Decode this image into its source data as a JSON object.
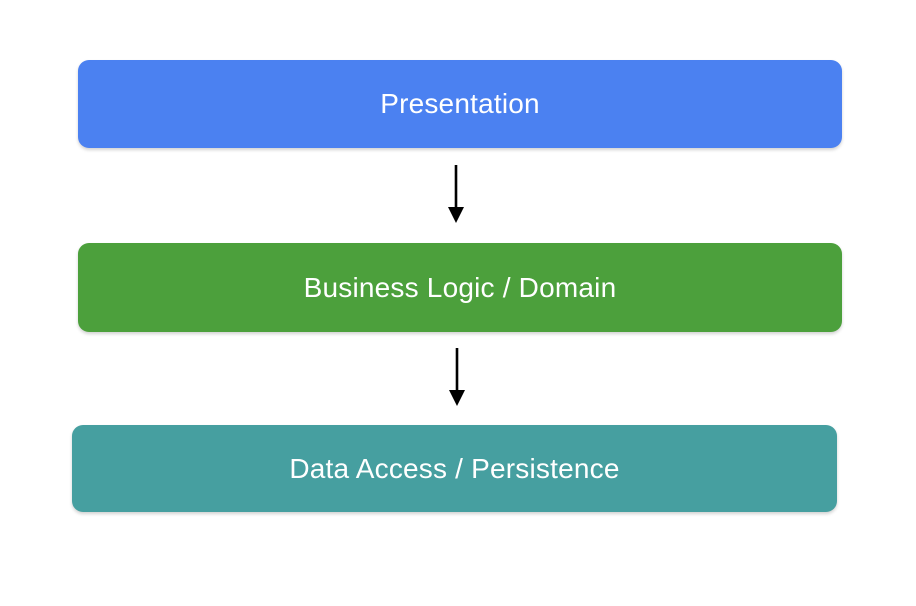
{
  "diagram": {
    "layers": [
      {
        "label": "Presentation",
        "color": "#4B81F1"
      },
      {
        "label": "Business Logic / Domain",
        "color": "#4CA03C"
      },
      {
        "label": "Data Access / Persistence",
        "color": "#469FA0"
      }
    ],
    "arrows": [
      {
        "from": "Presentation",
        "to": "Business Logic / Domain"
      },
      {
        "from": "Business Logic / Domain",
        "to": "Data Access / Persistence"
      }
    ],
    "arrow_color": "#000000",
    "text_color": "#FFFFFF",
    "background_color": "#FFFFFF"
  }
}
